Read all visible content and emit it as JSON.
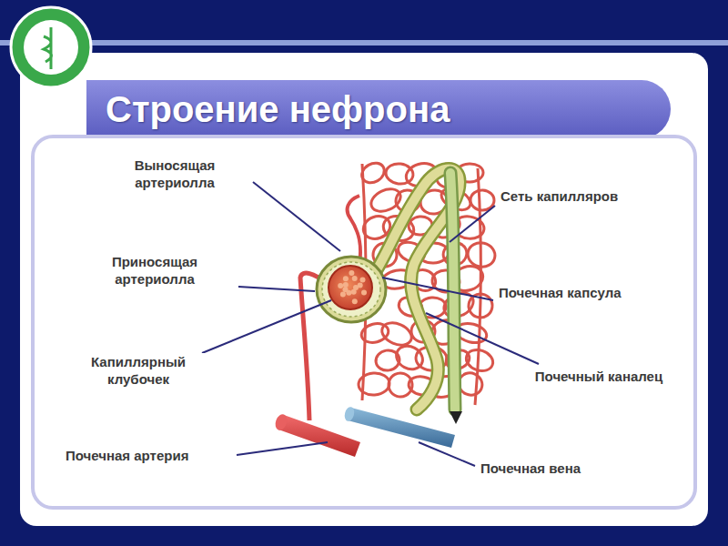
{
  "diagram": {
    "title": "Строение нефрона",
    "labels": [
      "Выносящая артериолла",
      "Приносящая артериолла",
      "Капиллярный клубочек",
      "Почечная артерия",
      "Сеть капилляров",
      "Почечная капсула",
      "Почечный каналец",
      "Почечная вена"
    ]
  }
}
